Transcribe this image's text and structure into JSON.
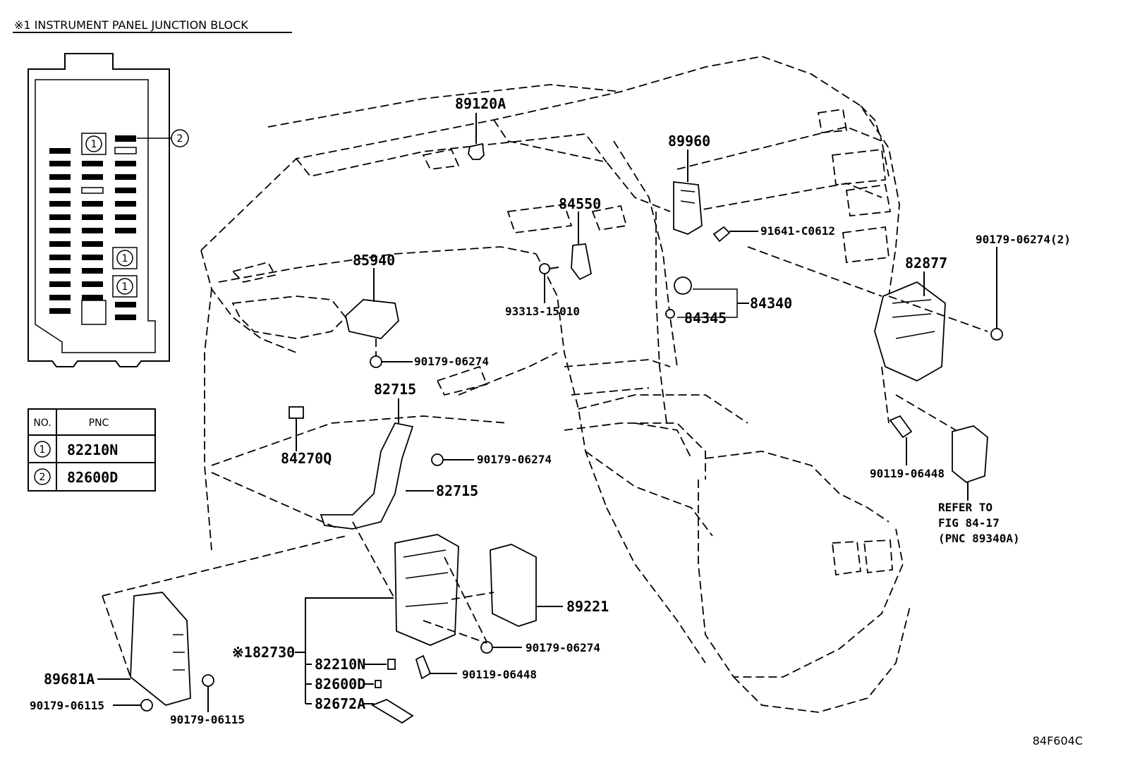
{
  "header": {
    "title": "※1 INSTRUMENT PANEL JUNCTION BLOCK"
  },
  "callout_two": "2",
  "fuse_circles": {
    "a": "1",
    "b": "1",
    "c": "1"
  },
  "legend": {
    "col_no": "NO.",
    "col_pnc": "PNC",
    "rows": [
      {
        "no": "1",
        "pnc": "82210N"
      },
      {
        "no": "2",
        "pnc": "82600D"
      }
    ]
  },
  "labels": {
    "p89120A": "89120A",
    "p89960": "89960",
    "p84550": "84550",
    "p85940": "85940",
    "p91641": "91641-C0612",
    "p90179_2": "90179-06274(2)",
    "p82877": "82877",
    "p84340": "84340",
    "p84345": "84345",
    "p93313": "93313-15010",
    "p90179_a": "90179-06274",
    "p82715_a": "82715",
    "p84270Q": "84270Q",
    "p90179_b": "90179-06274",
    "p82715_b": "82715",
    "p90119_a": "90119-06448",
    "refer1": "REFER TO",
    "refer2": "FIG 84-17",
    "refer3": "(PNC 89340A)",
    "p89221": "89221",
    "p90179_c": "90179-06274",
    "p82730": "82730",
    "ref_mark": "※1",
    "p82210N": "82210N",
    "p82600D": "82600D",
    "p82672A": "82672A",
    "p90119_b": "90119-06448",
    "p89681A": "89681A",
    "p90179_06115_a": "90179-06115",
    "p90179_06115_b": "90179-06115"
  },
  "figure_id": "84F604C"
}
